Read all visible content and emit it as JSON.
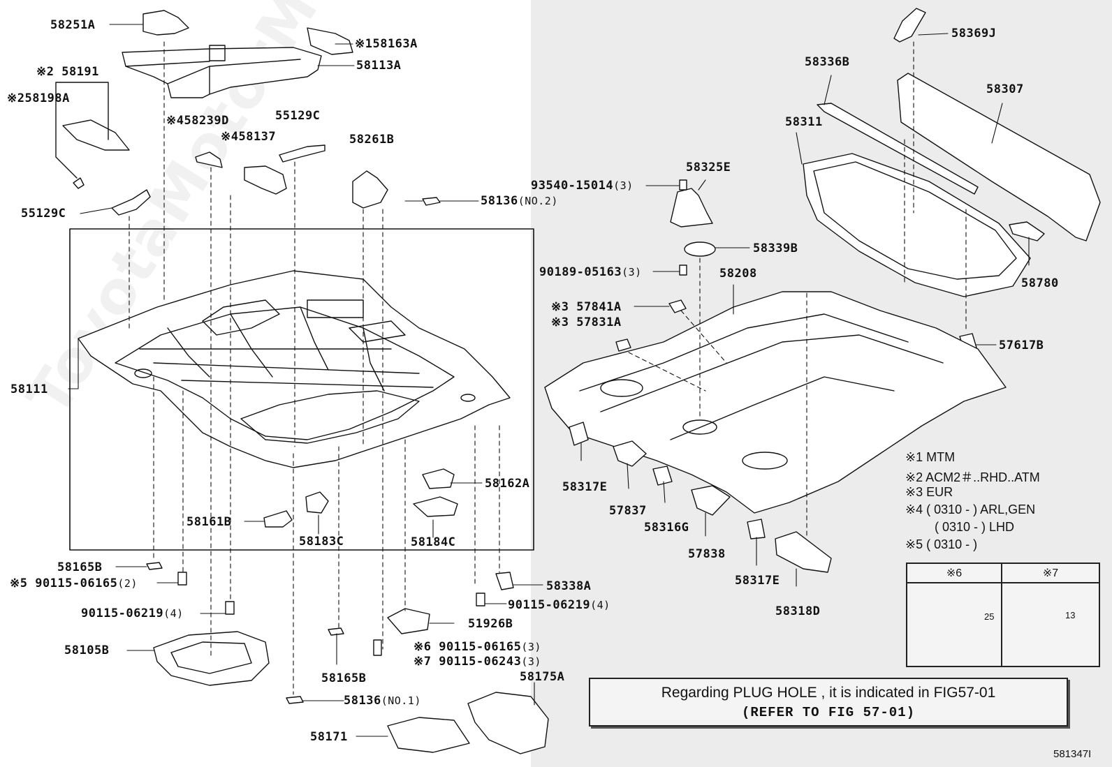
{
  "watermark": "ToyotaMotorMile.ru",
  "labels": {
    "l58251A": "58251A",
    "l58163A": "※158163A",
    "l58113A": "58113A",
    "l58191": "※2 58191",
    "l58198A": "※258198A",
    "l58239D": "※458239D",
    "l55129C_top": "55129C",
    "l58137": "※458137",
    "l58261B": "58261B",
    "l55129C": "55129C",
    "l58136_no2": "58136",
    "l58136_no2_q": "(NO.2)",
    "l58111": "58111",
    "l58162A": "58162A",
    "l58161B": "58161B",
    "l58183C": "58183C",
    "l58184C": "58184C",
    "l58165B_a": "58165B",
    "l90115_06165_2": "※5 90115-06165",
    "l90115_06165_2_q": "(2)",
    "l90115_06219_4a": "90115-06219",
    "l90115_06219_4a_q": "(4)",
    "l58105B": "58105B",
    "l58165B_b": "58165B",
    "l58136_no1": "58136",
    "l58136_no1_q": "(NO.1)",
    "l58171": "58171",
    "l58175A": "58175A",
    "l58338A": "58338A",
    "l90115_06219_4b": "90115-06219",
    "l90115_06219_4b_q": "(4)",
    "l51926B": "51926B",
    "l90115_06165_3": "※6 90115-06165",
    "l90115_06165_3_q": "(3)",
    "l90115_06243_3": "※7 90115-06243",
    "l90115_06243_3_q": "(3)",
    "l58369J": "58369J",
    "l58336B": "58336B",
    "l58307": "58307",
    "l58311": "58311",
    "l93540": "93540-15014",
    "l93540_q": "(3)",
    "l58325E": "58325E",
    "l58339B": "58339B",
    "l90189": "90189-05163",
    "l90189_q": "(3)",
    "l58208": "58208",
    "l58780": "58780",
    "l57841A": "※3 57841A",
    "l57831A": "※3 57831A",
    "l57617B": "57617B",
    "l58317E_a": "58317E",
    "l57837": "57837",
    "l58316G": "58316G",
    "l57838": "57838",
    "l58317E_b": "58317E",
    "l58318D": "58318D"
  },
  "notes": {
    "n1": "※1 MTM",
    "n2": "※2 ACM2＃..RHD..ATM",
    "n3": "※3 EUR",
    "n4": "※4 ( 0310 -         ) ARL,GEN",
    "n4b": "( 0310 -         ) LHD",
    "n5": "※5 ( 0310 -         )"
  },
  "legend_table": {
    "col6": "※6",
    "col7": "※7",
    "dim6": "25",
    "dim7": "13"
  },
  "plug_note": {
    "line1": "Regarding  PLUG HOLE , it is indicated in FIG57-01",
    "line2": "(REFER TO FIG  57-01)"
  },
  "figure_code": "581347I"
}
